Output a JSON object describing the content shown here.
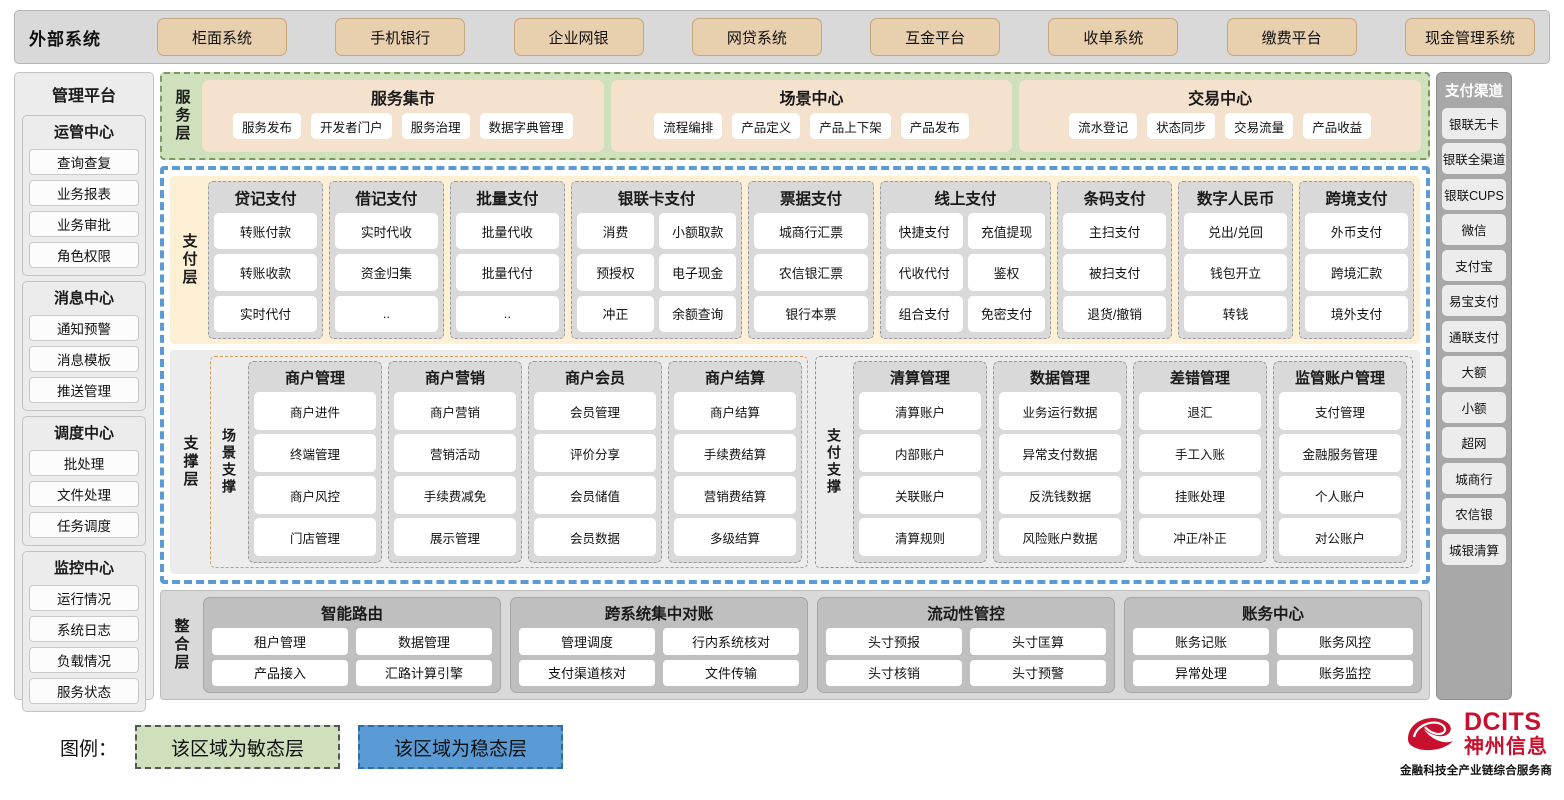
{
  "external_bar": {
    "title": "外部系统",
    "items": [
      "柜面系统",
      "手机银行",
      "企业网银",
      "网贷系统",
      "互金平台",
      "收单系统",
      "缴费平台",
      "现金管理系统"
    ]
  },
  "left_panel": {
    "title": "管理平台",
    "groups": [
      {
        "title": "运管中心",
        "items": [
          "查询查复",
          "业务报表",
          "业务审批",
          "角色权限"
        ]
      },
      {
        "title": "消息中心",
        "items": [
          "通知预警",
          "消息模板",
          "推送管理"
        ]
      },
      {
        "title": "调度中心",
        "items": [
          "批处理",
          "文件处理",
          "任务调度"
        ]
      },
      {
        "title": "监控中心",
        "items": [
          "运行情况",
          "系统日志",
          "负载情况",
          "服务状态"
        ]
      }
    ]
  },
  "right_panel": {
    "title": "支付渠道",
    "items": [
      "银联无卡",
      "银联全渠道",
      "银联CUPS",
      "微信",
      "支付宝",
      "易宝支付",
      "通联支付",
      "大额",
      "小额",
      "超网",
      "城商行",
      "农信银",
      "城银清算"
    ]
  },
  "service_layer": {
    "label": "服务层",
    "groups": [
      {
        "title": "服务集市",
        "items": [
          "服务发布",
          "开发者门户",
          "服务治理",
          "数据字典管理"
        ]
      },
      {
        "title": "场景中心",
        "items": [
          "流程编排",
          "产品定义",
          "产品上下架",
          "产品发布"
        ]
      },
      {
        "title": "交易中心",
        "items": [
          "流水登记",
          "状态同步",
          "交易流量",
          "产品收益"
        ]
      }
    ]
  },
  "pay_layer": {
    "label": "支付层",
    "columns": [
      {
        "title": "贷记支付",
        "cols": 1,
        "items": [
          "转账付款",
          "转账收款",
          "实时代付"
        ]
      },
      {
        "title": "借记支付",
        "cols": 1,
        "items": [
          "实时代收",
          "资金归集",
          ".."
        ]
      },
      {
        "title": "批量支付",
        "cols": 1,
        "items": [
          "批量代收",
          "批量代付",
          ".."
        ]
      },
      {
        "title": "银联卡支付",
        "cols": 2,
        "items": [
          "消费",
          "小额取款",
          "预授权",
          "电子现金",
          "冲正",
          "余额查询"
        ]
      },
      {
        "title": "票据支付",
        "cols": 1,
        "items": [
          "城商行汇票",
          "农信银汇票",
          "银行本票"
        ]
      },
      {
        "title": "线上支付",
        "cols": 2,
        "items": [
          "快捷支付",
          "充值提现",
          "代收代付",
          "鉴权",
          "组合支付",
          "免密支付"
        ]
      },
      {
        "title": "条码支付",
        "cols": 1,
        "items": [
          "主扫支付",
          "被扫支付",
          "退货/撤销"
        ]
      },
      {
        "title": "数字人民币",
        "cols": 1,
        "items": [
          "兑出/兑回",
          "钱包开立",
          "转钱"
        ]
      },
      {
        "title": "跨境支付",
        "cols": 1,
        "items": [
          "外币支付",
          "跨境汇款",
          "境外支付"
        ]
      }
    ]
  },
  "support_layer": {
    "label": "支撑层",
    "zones": [
      {
        "label": "场景支撑",
        "columns": [
          {
            "title": "商户管理",
            "items": [
              "商户进件",
              "终端管理",
              "商户风控",
              "门店管理"
            ]
          },
          {
            "title": "商户营销",
            "items": [
              "商户营销",
              "营销活动",
              "手续费减免",
              "展示管理"
            ]
          },
          {
            "title": "商户会员",
            "items": [
              "会员管理",
              "评价分享",
              "会员储值",
              "会员数据"
            ]
          },
          {
            "title": "商户结算",
            "items": [
              "商户结算",
              "手续费结算",
              "营销费结算",
              "多级结算"
            ]
          }
        ]
      },
      {
        "label": "支付支撑",
        "columns": [
          {
            "title": "清算管理",
            "items": [
              "清算账户",
              "内部账户",
              "关联账户",
              "清算规则"
            ]
          },
          {
            "title": "数据管理",
            "items": [
              "业务运行数据",
              "异常支付数据",
              "反洗钱数据",
              "风险账户数据"
            ]
          },
          {
            "title": "差错管理",
            "items": [
              "退汇",
              "手工入账",
              "挂账处理",
              "冲正/补正"
            ]
          },
          {
            "title": "监管账户管理",
            "items": [
              "支付管理",
              "金融服务管理",
              "个人账户",
              "对公账户"
            ]
          }
        ]
      }
    ]
  },
  "integration_layer": {
    "label": "整合层",
    "groups": [
      {
        "title": "智能路由",
        "rows": [
          [
            "租户管理",
            "数据管理"
          ],
          [
            "产品接入",
            "汇路计算引擎"
          ]
        ]
      },
      {
        "title": "跨系统集中对账",
        "rows": [
          [
            "管理调度",
            "行内系统核对"
          ],
          [
            "支付渠道核对",
            "文件传输"
          ]
        ]
      },
      {
        "title": "流动性管控",
        "rows": [
          [
            "头寸预报",
            "头寸匡算"
          ],
          [
            "头寸核销",
            "头寸预警"
          ]
        ]
      },
      {
        "title": "账务中心",
        "rows": [
          [
            "账务记账",
            "账务风控"
          ],
          [
            "异常处理",
            "账务监控"
          ]
        ]
      }
    ]
  },
  "legend": {
    "label": "图例：",
    "agile": "该区域为敏态层",
    "stable": "该区域为稳态层",
    "agile_color": "#cfe0bd",
    "stable_color": "#5b9bd5"
  },
  "logo": {
    "en": "DCITS",
    "cn": "神州信息",
    "tagline": "金融科技全产业链综合服务商",
    "color": "#c8102e"
  }
}
